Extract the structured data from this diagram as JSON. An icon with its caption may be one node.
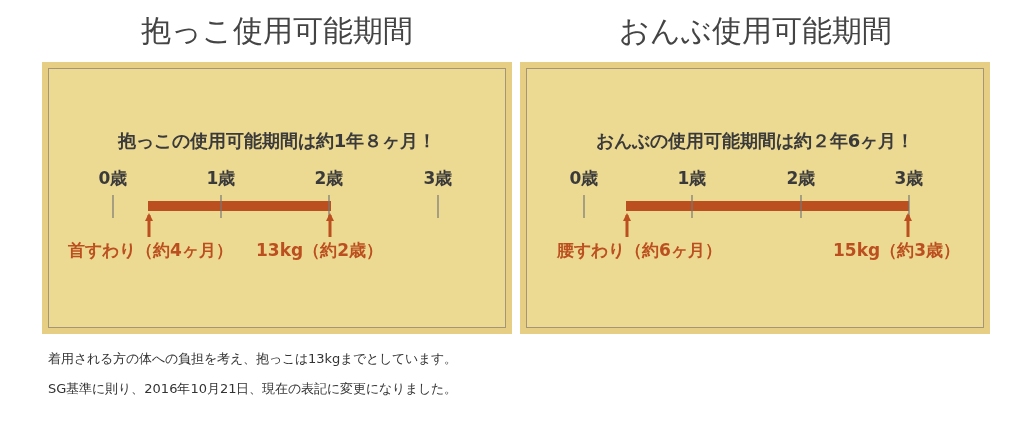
{
  "diagram": {
    "nodes": [
      {
        "text": [
          "抱っこ使用可能期間",
          "**抱っこ**の使用可能期間は約1年８ヶ月！"
        ]
      },
      {
        "text": [],
        "shape": "bar",
        "in": 0
      },
      {
        "text": [
          "首すわり（約4ヶ月）"
        ],
        "in": 0
      },
      {
        "text": [
          "13kg（約2歳）"
        ],
        "in": 0
      },
      {
        "text": [
          "おんぶ使用可能期間",
          "**おんぶ**の使用可能期間は約２年6ヶ月！"
        ]
      },
      {
        "text": [],
        "shape": "bar",
        "in": 4
      },
      {
        "text": [
          "腰すわり（約6ヶ月）"
        ],
        "in": 4
      },
      {
        "text": [
          "15kg（約3歳）"
        ],
        "in": 4
      }
    ],
    "edges": [
      {
        "from": 2,
        "to": 1,
        "arrow": "to"
      },
      {
        "from": 3,
        "to": 1,
        "arrow": "to"
      },
      {
        "from": 6,
        "to": 5,
        "arrow": "to"
      },
      {
        "from": 7,
        "to": 5,
        "arrow": "to"
      }
    ],
    "labels": [
      "0歳",
      "1歳",
      "2歳",
      "3歳",
      "0歳",
      "1歳",
      "2歳",
      "3歳",
      "着用される方の体への負担を考え、抱っこは13kgまでとしています。",
      "SG基準に則り、2016年10月21日、現在の表記に変更になりました。"
    ]
  }
}
